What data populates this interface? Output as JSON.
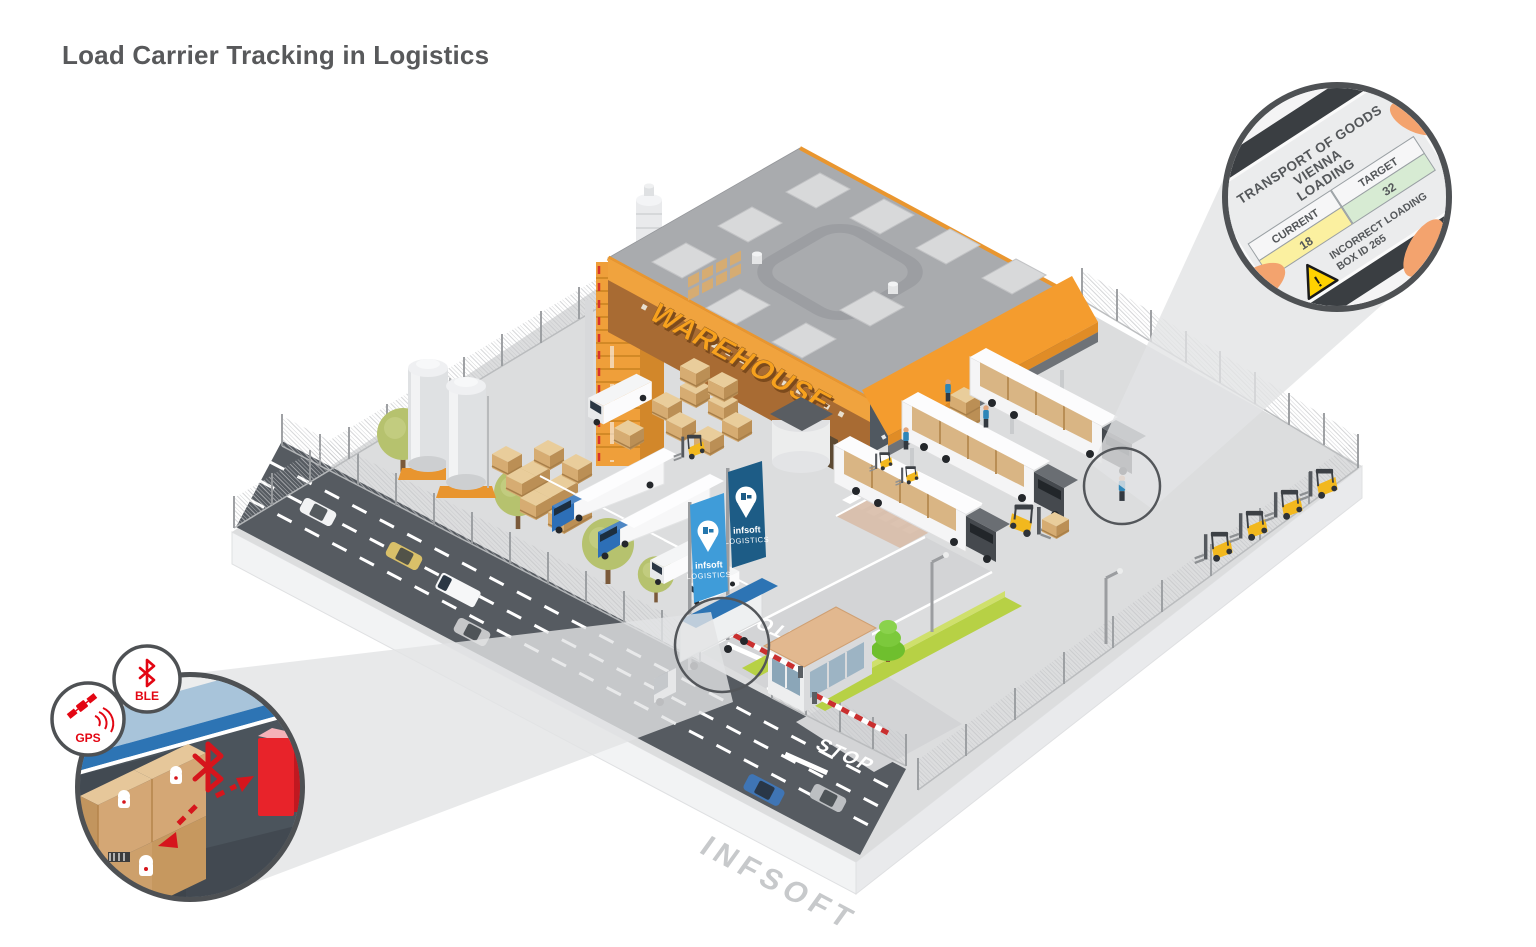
{
  "title": "Load Carrier Tracking in Logistics",
  "scene": {
    "warehouse_sign": "WAREHOUSE",
    "flag_brand": "infsoft",
    "flag_product": "LOGISTICS",
    "stop_marking": "STOP",
    "platform_watermark": "infsoft"
  },
  "callouts": {
    "tablet": {
      "line1": "TRANSPORT OF GOODS",
      "line2": "VIENNA",
      "line3": "LOADING",
      "current_label": "CURRENT",
      "current_value": "18",
      "target_label": "TARGET",
      "target_value": "32",
      "warning_glyph": "!",
      "warning_line1": "INCORRECT LOADING",
      "warning_line2": "BOX ID 265"
    },
    "trailer_trackers": {
      "ble_label": "BLE",
      "gps_label": "GPS"
    }
  },
  "colors": {
    "accent_red": "#e30613",
    "brand_orange": "#f59c00",
    "warehouse_brown": "#a86b33",
    "flag_blue_light": "#3f9cd9",
    "flag_blue_dark": "#1d5c86",
    "current_cell_yellow": "#fbf0a0",
    "target_cell_green": "#d7ebd3",
    "warning_yellow": "#ffd200",
    "title_gray": "#58595b",
    "road_gray": "#565b61",
    "ground_gray": "#dcddde"
  }
}
